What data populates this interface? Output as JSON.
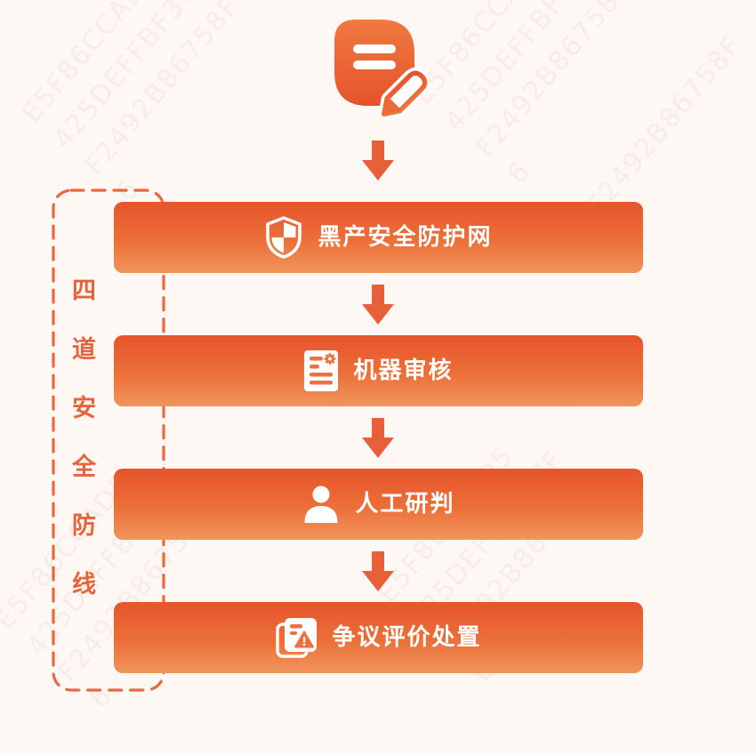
{
  "page": {
    "background_color": "#FDF8F3",
    "accent_color": "#E8643C",
    "bar_gradient_top": "#E7542C",
    "bar_gradient_bottom": "#F0955C",
    "bar_text_color": "#FFFFFF"
  },
  "header": {
    "icon": "note-pencil-icon"
  },
  "flow": {
    "group_label": {
      "text": "四道安全防线",
      "chars": [
        "四",
        "道",
        "安",
        "全",
        "防",
        "线"
      ]
    },
    "steps": [
      {
        "label": "黑产安全防护网",
        "icon": "shield-check-icon"
      },
      {
        "label": "机器审核",
        "icon": "machine-review-doc-icon"
      },
      {
        "label": "人工研判",
        "icon": "person-icon"
      },
      {
        "label": "争议评价处置",
        "icon": "dispute-docs-warning-icon"
      }
    ]
  },
  "watermark": {
    "lines": [
      "E5F86CCAD5",
      "425DEFFBF37F",
      "F2492B86758F",
      "6"
    ]
  }
}
